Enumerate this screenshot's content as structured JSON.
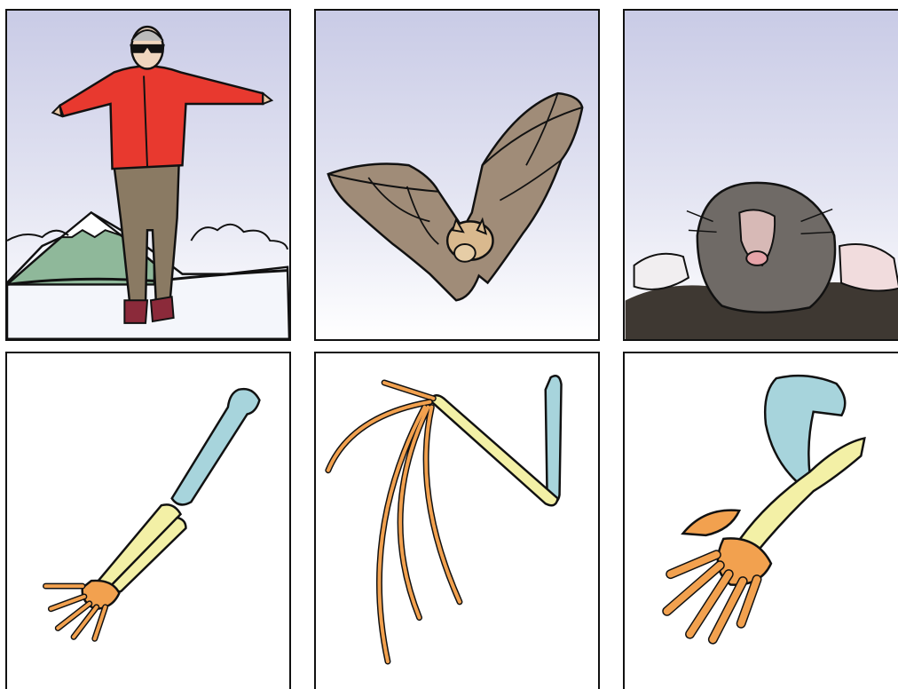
{
  "colors": {
    "sky_top": "#c9cbe6",
    "humerus": "#a7d4dc",
    "radius_ulna": "#f3f0a6",
    "hand_bones": "#f2a14f",
    "jacket": "#e8392f",
    "pants": "#8a7a63",
    "mountain": "#8fb89a",
    "bat_wing": "#a08c78",
    "mole_body": "#6f6a66",
    "soil": "#3e3832"
  },
  "panels": [
    {
      "subject": "human"
    },
    {
      "subject": "bat"
    },
    {
      "subject": "mole"
    },
    {
      "subject": "human-arm-skeleton"
    },
    {
      "subject": "bat-wing-skeleton"
    },
    {
      "subject": "mole-forelimb-skeleton"
    }
  ]
}
